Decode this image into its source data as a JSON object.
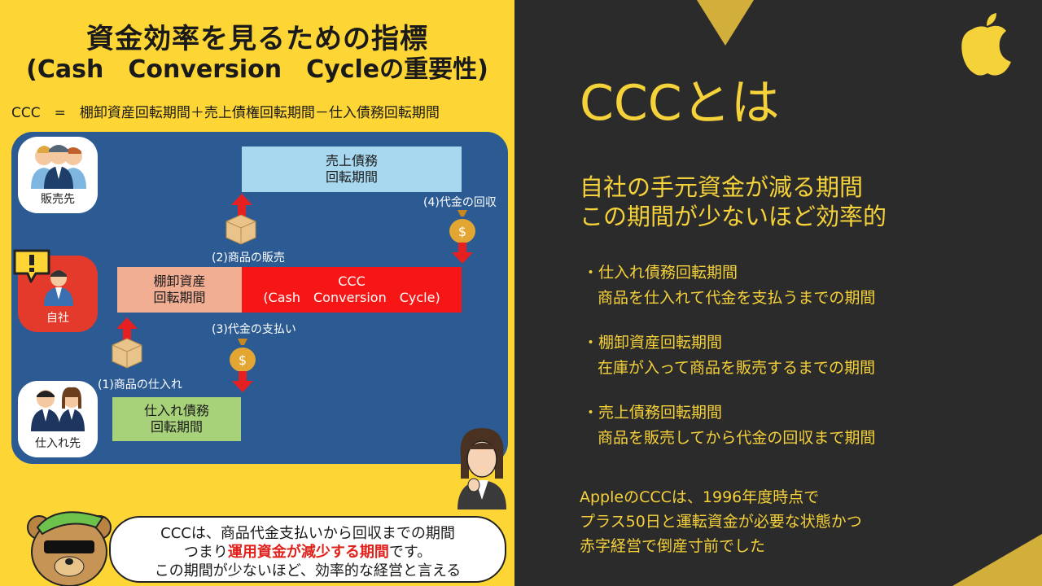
{
  "title": {
    "line1": "資金効率を見るための指標",
    "line2": "(Cash　Conversion　Cycleの重要性)"
  },
  "formula": "CCC　=　棚卸資産回転期間＋売上債権回転期間－仕入債務回転期間",
  "diagram": {
    "customer_label": "販売先",
    "company_label": "自社",
    "supplier_label": "仕入れ先",
    "receivables_box": {
      "line1": "売上債務",
      "line2": "回転期間"
    },
    "inventory_box": {
      "line1": "棚卸資産",
      "line2": "回転期間"
    },
    "ccc_box": {
      "line1": "CCC",
      "line2": "(Cash　Conversion　Cycle)"
    },
    "payables_box": {
      "line1": "仕入れ債務",
      "line2": "回転期間"
    },
    "step1": "(1)商品の仕入れ",
    "step2": "(2)商品の販売",
    "step3": "(3)代金の支払い",
    "step4": "(4)代金の回収",
    "colors": {
      "panel": "#2C5B93",
      "receivables": "#A8D8F0",
      "inventory": "#F2AE93",
      "ccc": "#F71616",
      "payables": "#A7D27A",
      "company": "#E33A2B"
    }
  },
  "bubble": {
    "line1": "CCCは、商品代金支払いから回収までの期間",
    "line2_pre": "つまり",
    "line2_red": "運用資金が減少する期間",
    "line2_post": "です。",
    "line3": "この期間が少ないほど、効率的な経営と言える"
  },
  "right": {
    "heading": "CCCとは",
    "subheading1": "自社の手元資金が減る期間",
    "subheading2": "この期間が少ないほど効率的",
    "items": [
      {
        "title": "・仕入れ債務回転期間",
        "desc": "商品を仕入れて代金を支払うまでの期間"
      },
      {
        "title": "・棚卸資産回転期間",
        "desc": "在庫が入って商品を販売するまでの期間"
      },
      {
        "title": "・売上債務回転期間",
        "desc": "商品を販売してから代金の回収まで期間"
      }
    ],
    "footer1": "AppleのCCCは、1996年度時点で",
    "footer2": "プラス50日と運転資金が必要な状態かつ",
    "footer3": "赤字経営で倒産寸前でした",
    "logo_icon": "apple-logo-icon",
    "accent": "#F5D13A"
  }
}
